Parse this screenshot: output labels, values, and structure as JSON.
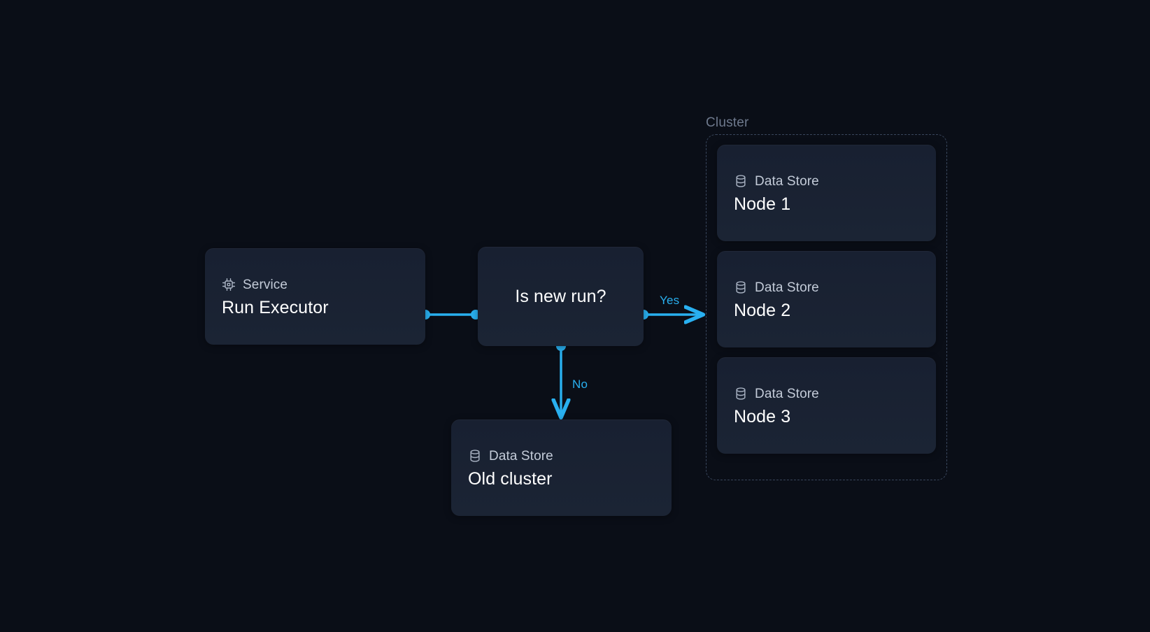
{
  "diagram": {
    "background_color": "#0a0e17",
    "accent_color": "#29b0f0",
    "card_color": "#1a2333",
    "cluster_border_color": "#39465c"
  },
  "nodes": [
    {
      "id": "run-executor",
      "kind": "Service",
      "icon": "cpu-icon",
      "title": "Run Executor"
    },
    {
      "id": "is-new-run",
      "kind": "",
      "icon": "",
      "title": "Is new run?"
    },
    {
      "id": "old-cluster",
      "kind": "Data Store",
      "icon": "database-icon",
      "title": "Old cluster"
    }
  ],
  "cluster": {
    "label": "Cluster",
    "nodes": [
      {
        "id": "node-1",
        "kind": "Data Store",
        "icon": "database-icon",
        "title": "Node 1"
      },
      {
        "id": "node-2",
        "kind": "Data Store",
        "icon": "database-icon",
        "title": "Node 2"
      },
      {
        "id": "node-3",
        "kind": "Data Store",
        "icon": "database-icon",
        "title": "Node 3"
      }
    ]
  },
  "edges": [
    {
      "id": "exec-to-decision",
      "label": "",
      "from": "run-executor",
      "to": "is-new-run",
      "style": "dot-dot"
    },
    {
      "id": "decision-yes",
      "label": "Yes",
      "from": "is-new-run",
      "to": "cluster",
      "style": "dot-arrow"
    },
    {
      "id": "decision-no",
      "label": "No",
      "from": "is-new-run",
      "to": "old-cluster",
      "style": "dot-arrow"
    }
  ]
}
